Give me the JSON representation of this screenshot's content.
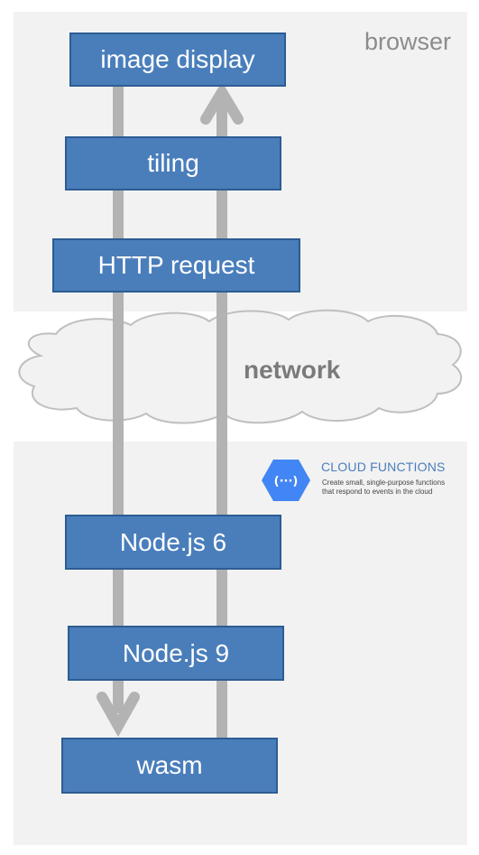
{
  "browser_label": "browser",
  "network_label": "network",
  "cloud_functions": {
    "title": "CLOUD FUNCTIONS",
    "subtitle_line1": "Create small, single-purpose functions",
    "subtitle_line2": "that respond to events in the cloud",
    "logo_glyph": "(···)"
  },
  "boxes": {
    "image_display": "image display",
    "tiling": "tiling",
    "http_request": "HTTP request",
    "node6": "Node.js 6",
    "node9": "Node.js 9",
    "wasm": "wasm"
  },
  "colors": {
    "panel": "#f2f2f2",
    "box_fill": "#4a7ebb",
    "box_border": "#2c5d93",
    "arrow": "#b3b3b3",
    "cloud_fill": "#f2f2f2",
    "cloud_stroke": "#bfbfbf",
    "cf_blue": "#4285f4"
  }
}
